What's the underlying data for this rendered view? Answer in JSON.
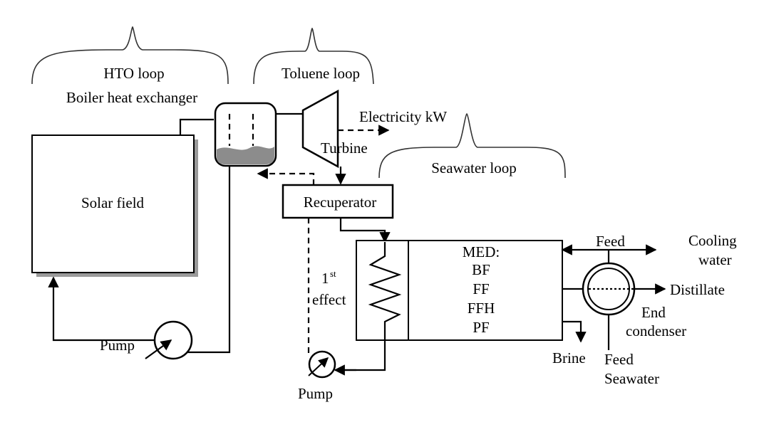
{
  "loops": {
    "hto": "HTO loop",
    "toluene": "Toluene loop",
    "seawater": "Seawater loop"
  },
  "components": {
    "boiler_hx": "Boiler heat exchanger",
    "solar_field": "Solar field",
    "turbine": "Turbine",
    "electricity": "Electricity kW",
    "recuperator": "Recuperator",
    "first_effect_num": "1",
    "first_effect_sup": "st",
    "first_effect_word": "effect",
    "med_lines": [
      "MED:",
      "BF",
      "FF",
      "FFH",
      "PF"
    ],
    "pump_left": "Pump",
    "pump_bottom": "Pump",
    "brine": "Brine",
    "feed_top": "Feed",
    "cooling_1": "Cooling",
    "cooling_2": "water",
    "distillate": "Distillate",
    "end_1": "End",
    "end_2": "condenser",
    "feed_seawater_1": "Feed",
    "feed_seawater_2": "Seawater"
  }
}
